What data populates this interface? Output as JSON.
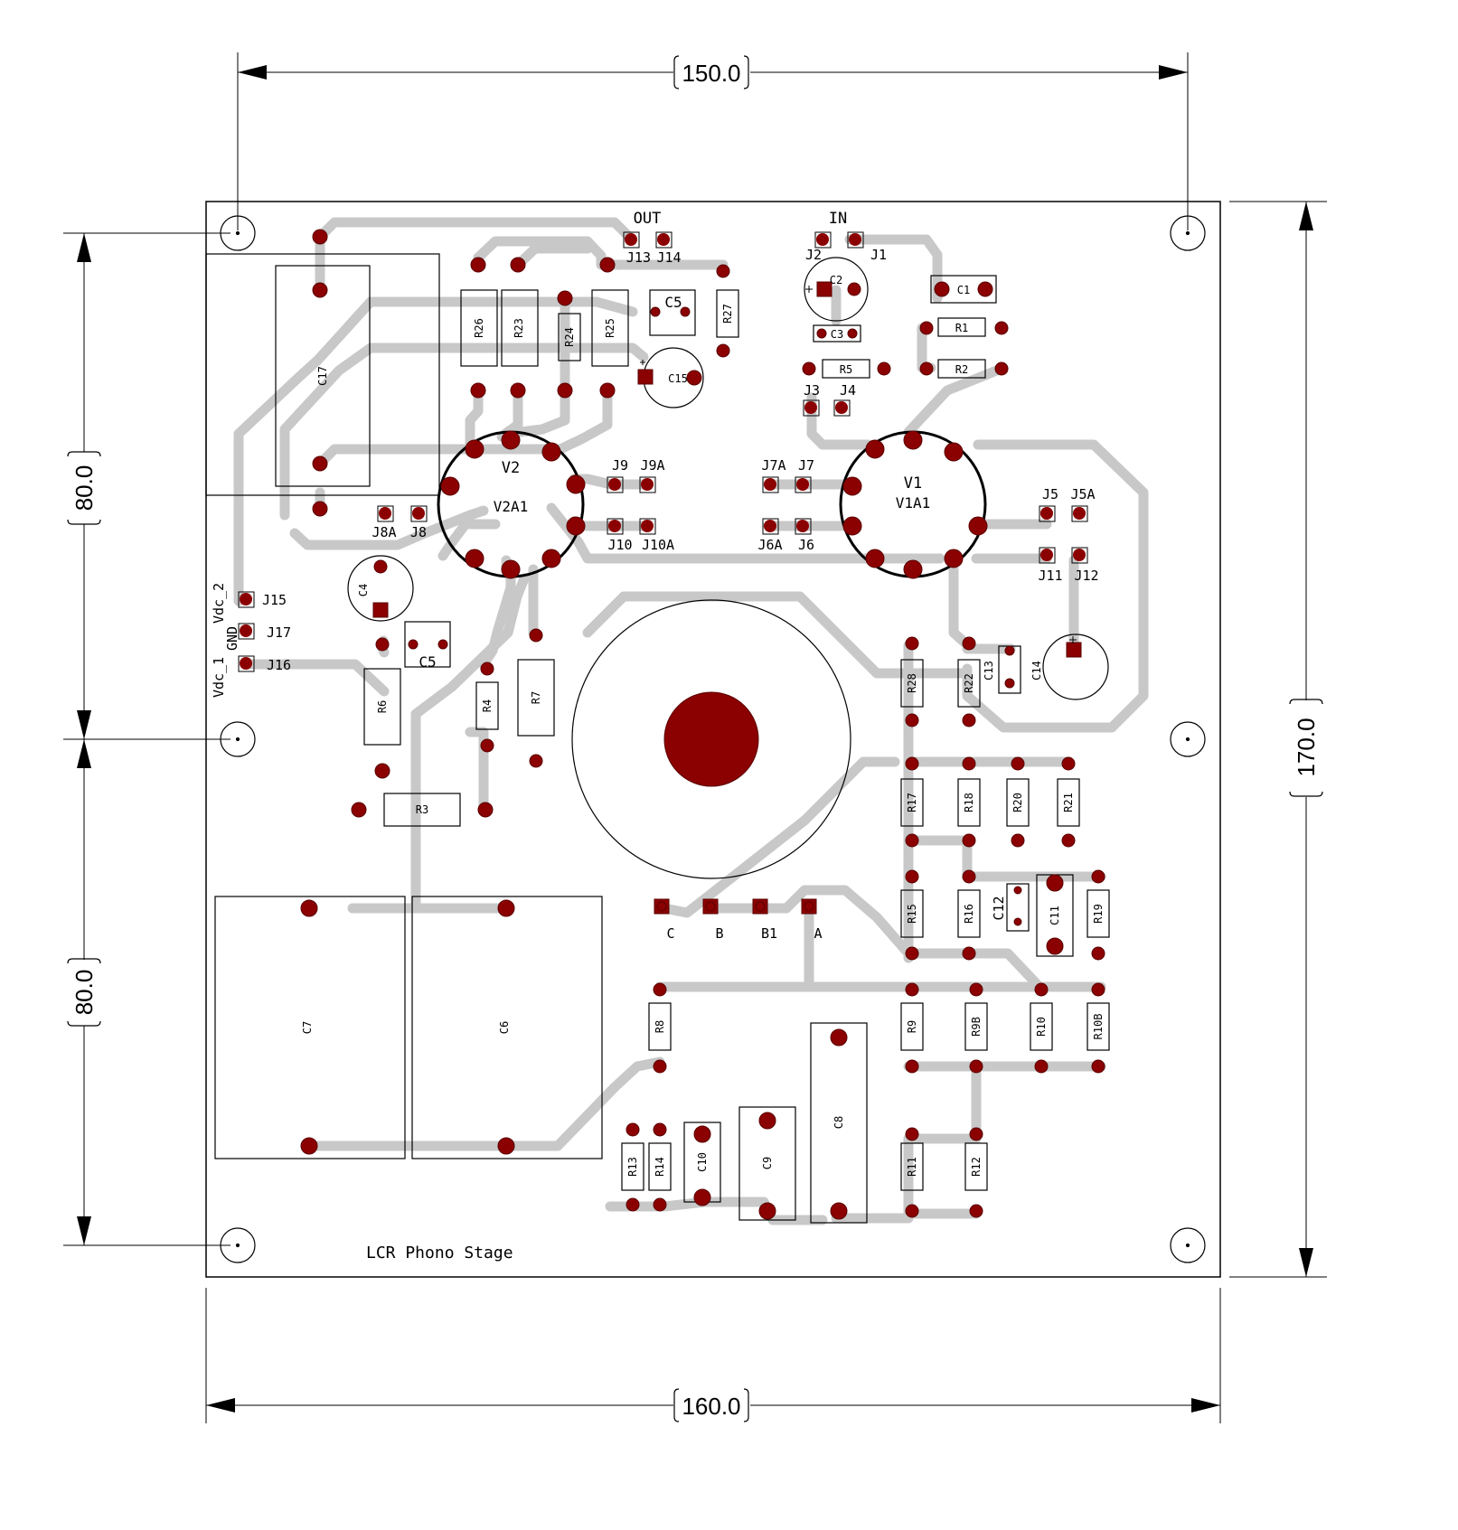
{
  "dimensions": {
    "top": "150.0",
    "bottom": "160.0",
    "right": "170.0",
    "left_upper": "80.0",
    "left_lower": "80.0"
  },
  "title": "LCR Phono Stage",
  "headers": {
    "out": "OUT",
    "in": "IN"
  },
  "supply_labels": {
    "vdc2": "Vdc_2",
    "gnd": "GND",
    "vdc1": "Vdc_1"
  },
  "colors": {
    "pad": "#8b0000",
    "trace": "#c8c8c8",
    "outline": "#000000",
    "board": "#ffffff"
  },
  "tubes": [
    {
      "name": "V2",
      "socket": "V2A1"
    },
    {
      "name": "V1",
      "socket": "V1A1"
    }
  ],
  "resistors": {
    "R26": "R26",
    "R23": "R23",
    "R24": "R24",
    "R25": "R25",
    "R27": "R27",
    "R1": "R1",
    "R2": "R2",
    "R5": "R5",
    "R6": "R6",
    "R4": "R4",
    "R7": "R7",
    "R3": "R3",
    "R28": "R28",
    "R22": "R22",
    "R17": "R17",
    "R18": "R18",
    "R20": "R20",
    "R21": "R21",
    "R15": "R15",
    "R16": "R16",
    "R19": "R19",
    "R8": "R8",
    "R9": "R9",
    "R9B": "R9B",
    "R10": "R10",
    "R10B": "R10B",
    "R11": "R11",
    "R12": "R12",
    "R13": "R13",
    "R14": "R14"
  },
  "capacitors": {
    "C1": "C1",
    "C2": "C2",
    "C3": "C3",
    "C4": "C4",
    "C5a": "C5",
    "C5b": "C5",
    "C6": "C6",
    "C7": "C7",
    "C8": "C8",
    "C9": "C9",
    "C10": "C10",
    "C11": "C11",
    "C12": "C12",
    "C13": "C13",
    "C14": "C14",
    "C15": "C15",
    "C17": "C17"
  },
  "jumpers": {
    "J1": "J1",
    "J2": "J2",
    "J3": "J3",
    "J4": "J4",
    "J5": "J5",
    "J5A": "J5A",
    "J6": "J6",
    "J6A": "J6A",
    "J7": "J7",
    "J7A": "J7A",
    "J8": "J8",
    "J8A": "J8A",
    "J9": "J9",
    "J9A": "J9A",
    "J10": "J10",
    "J10A": "J10A",
    "J11": "J11",
    "J12": "J12",
    "J13": "J13",
    "J14": "J14",
    "J15": "J15",
    "J16": "J16",
    "J17": "J17"
  },
  "inductor_taps": {
    "C": "C",
    "B": "B",
    "B1": "B1",
    "A": "A"
  }
}
